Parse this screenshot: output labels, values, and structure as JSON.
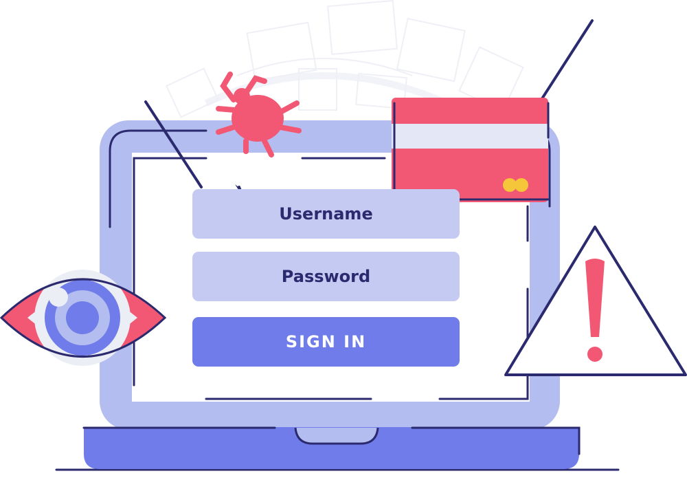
{
  "login_form": {
    "username_label": "Username",
    "password_label": "Password",
    "signin_label": "SIGN IN"
  },
  "icons": [
    "laptop-icon",
    "bug-icon",
    "credit-card-icon",
    "eye-icon",
    "warning-icon",
    "fishing-hook-icon"
  ],
  "colors": {
    "outline": "#2b2a6e",
    "laptop_frame": "#b3bdf0",
    "field_fill": "#c4caf1",
    "button_fill": "#6f7ce9",
    "danger_red": "#f25874",
    "card_stripe": "#e4e7f6",
    "chip_yellow": "#f5c53a",
    "background_decor": "#eef0f6"
  }
}
